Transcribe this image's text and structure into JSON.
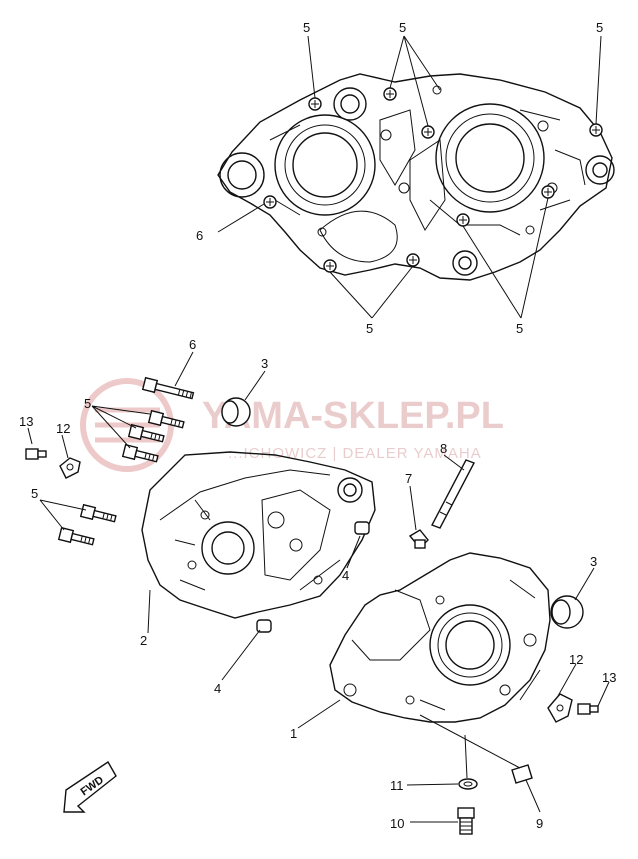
{
  "watermark": {
    "brand": "YAMA-SKLEP.PL",
    "dealer": "...ICHOWICZ | DEALER YAMAHA"
  },
  "fwd_label": "FWD",
  "callouts": {
    "top": [
      "5",
      "5",
      "5",
      "6",
      "5",
      "5"
    ],
    "bottom": [
      "6",
      "3",
      "5",
      "13",
      "12",
      "5",
      "8",
      "7",
      "4",
      "3",
      "2",
      "4",
      "12",
      "13",
      "1",
      "11",
      "9",
      "10"
    ]
  },
  "colors": {
    "line": "#111111",
    "watermark": "#d9a3a3",
    "background": "#ffffff"
  }
}
